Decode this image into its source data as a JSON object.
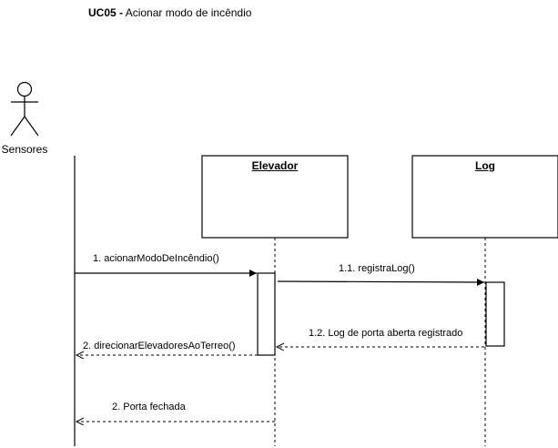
{
  "title": {
    "code": "UC05 -",
    "text": "Acionar modo de incêndio"
  },
  "actor": {
    "label": "Sensores"
  },
  "participants": [
    {
      "name": "Elevador"
    },
    {
      "name": "Log"
    }
  ],
  "messages": [
    {
      "label": "1. acionarModoDeIncêndio()"
    },
    {
      "label": "1.1. registraLog()"
    },
    {
      "label": "1.2. Log de porta aberta registrado"
    },
    {
      "label": "2. direcionarElevadoresAoTerreo()"
    },
    {
      "label": "2. Porta fechada"
    }
  ]
}
